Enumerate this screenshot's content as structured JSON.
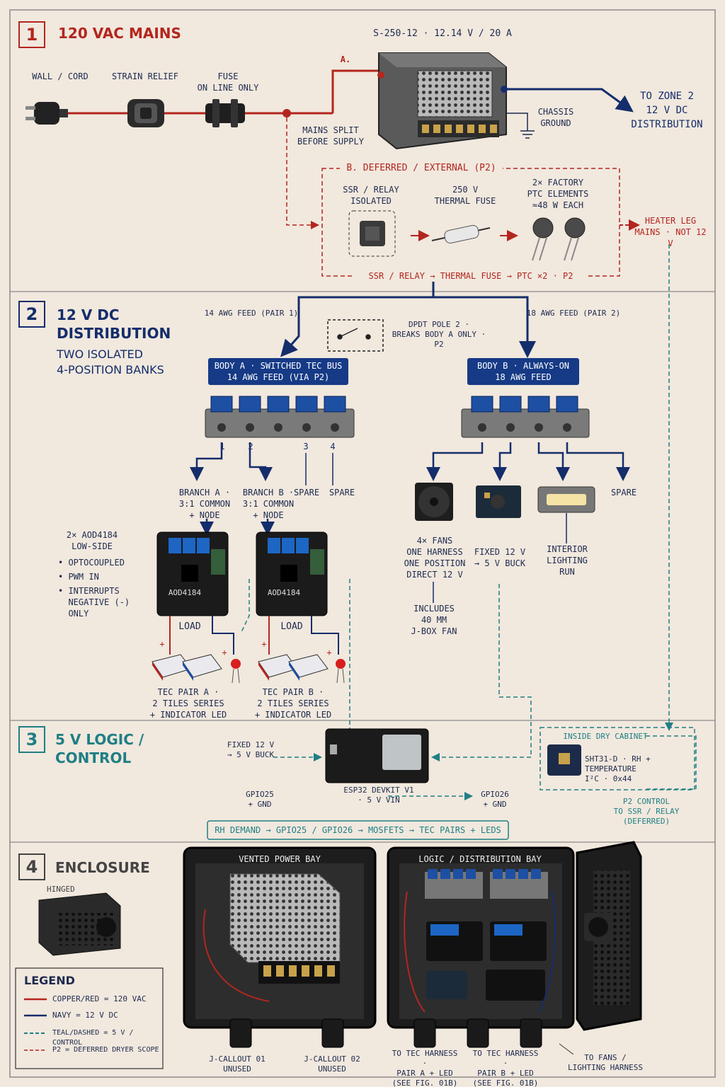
{
  "sections": {
    "s1": {
      "num": "1",
      "title": "120 VAC MAINS"
    },
    "s2": {
      "num": "2",
      "title": "12 V DC\nDISTRIBUTION",
      "subtitle": "TWO ISOLATED\n4-POSITION BANKS"
    },
    "s3": {
      "num": "3",
      "title": "5 V LOGIC /\nCONTROL"
    },
    "s4": {
      "num": "4",
      "title": "ENCLOSURE"
    }
  },
  "mains": {
    "psu_label": "S-250-12 · 12.14 V / 20 A",
    "path_a": "A.",
    "wall_cord": "WALL / CORD",
    "strain_relief": "STRAIN RELIEF",
    "fuse": "FUSE\nON LINE ONLY",
    "split": "MAINS SPLIT\nBEFORE SUPPLY",
    "chassis_ground": "CHASSIS\nGROUND",
    "to_zone2": "TO ZONE 2\n12 V DC\nDISTRIBUTION",
    "deferred_title": "B. DEFERRED / EXTERNAL (P2)",
    "ssr": "SSR / RELAY\nISOLATED",
    "thermal_fuse": "250 V\nTHERMAL FUSE",
    "ptc": "2× FACTORY\nPTC ELEMENTS\n≈48 W EACH",
    "chain": "SSR / RELAY → THERMAL FUSE → PTC ×2 · P2",
    "heater_leg": "HEATER LEG\nMAINS · NOT 12 V"
  },
  "distribution": {
    "feed1": "14 AWG FEED (PAIR 1)",
    "feed2": "18 AWG FEED (PAIR 2)",
    "dpdt": "DPDT POLE 2 ·\nBREAKS BODY A ONLY · P2",
    "body_a": "BODY A · SWITCHED TEC BUS\n14 AWG FEED (VIA P2)",
    "body_b": "BODY B · ALWAYS-ON\n18 AWG FEED",
    "positions": [
      "1",
      "2",
      "3",
      "4"
    ],
    "branch_a": "BRANCH A ·\n3:1 COMMON\n+ NODE",
    "branch_b": "BRANCH B ·\n3:1 COMMON\n+ NODE",
    "spare": "SPARE",
    "aod_title": "2× AOD4184\nLOW-SIDE",
    "aod_bullets": [
      "OPTOCOUPLED",
      "PWM IN",
      "INTERRUPTS\nNEGATIVE (-)\nONLY"
    ],
    "module_label": "AOD4184",
    "load": "LOAD",
    "plus": "+",
    "tec_a": "TEC PAIR A ·\n2 TILES SERIES\n+ INDICATOR LED",
    "tec_b": "TEC PAIR B ·\n2 TILES SERIES\n+ INDICATOR LED",
    "fans": "4× FANS\nONE HARNESS\nONE POSITION\nDIRECT 12 V",
    "fans_note": "INCLUDES\n40 MM\nJ-BOX FAN",
    "buck": "FIXED 12 V\n→ 5 V BUCK",
    "lighting": "INTERIOR\nLIGHTING\nRUN"
  },
  "logic": {
    "buck_in": "FIXED 12 V\n→ 5 V BUCK",
    "esp32": "ESP32 DEVKIT V1\n· 5 V VIN",
    "gpio25": "GPIO25\n+ GND",
    "gpio26": "GPIO26\n+ GND",
    "cabinet": "INSIDE DRY CABINET",
    "sensor": "SHT31-D · RH + TEMPERATURE\nI²C · 0x44",
    "p2_control": "P2 CONTROL\nTO SSR / RELAY\n(DEFERRED)",
    "flow": "RH DEMAND → GPIO25 / GPIO26 → MOSFETS → TEC PAIRS + LEDS"
  },
  "enclosure": {
    "hinged": "HINGED",
    "power_bay": "VENTED POWER BAY",
    "logic_bay": "LOGIC / DISTRIBUTION BAY",
    "j01": "J-CALLOUT 01\nUNUSED",
    "j02": "J-CALLOUT 02\nUNUSED",
    "tec_a_harness": "TO TEC HARNESS ·\nPAIR A + LED\n(SEE FIG. 01B)",
    "tec_b_harness": "TO TEC HARNESS ·\nPAIR B + LED\n(SEE FIG. 01B)",
    "fans_harness": "TO FANS /\nLIGHTING HARNESS"
  },
  "legend": {
    "title": "LEGEND",
    "items": [
      {
        "label": "COPPER/RED = 120 VAC",
        "color": "#b3261e",
        "dashed": false
      },
      {
        "label": "NAVY = 12 V DC",
        "color": "#142d6b",
        "dashed": false
      },
      {
        "label": "TEAL/DASHED = 5 V / CONTROL",
        "color": "#1f7f84",
        "dashed": true
      },
      {
        "label": "P2 = DEFERRED DRYER SCOPE",
        "color": "#b3261e",
        "dashed": true
      }
    ]
  },
  "colors": {
    "mains": "#b3261e",
    "dc": "#142d6b",
    "control": "#1f7f84",
    "background": "#f1e8de"
  }
}
